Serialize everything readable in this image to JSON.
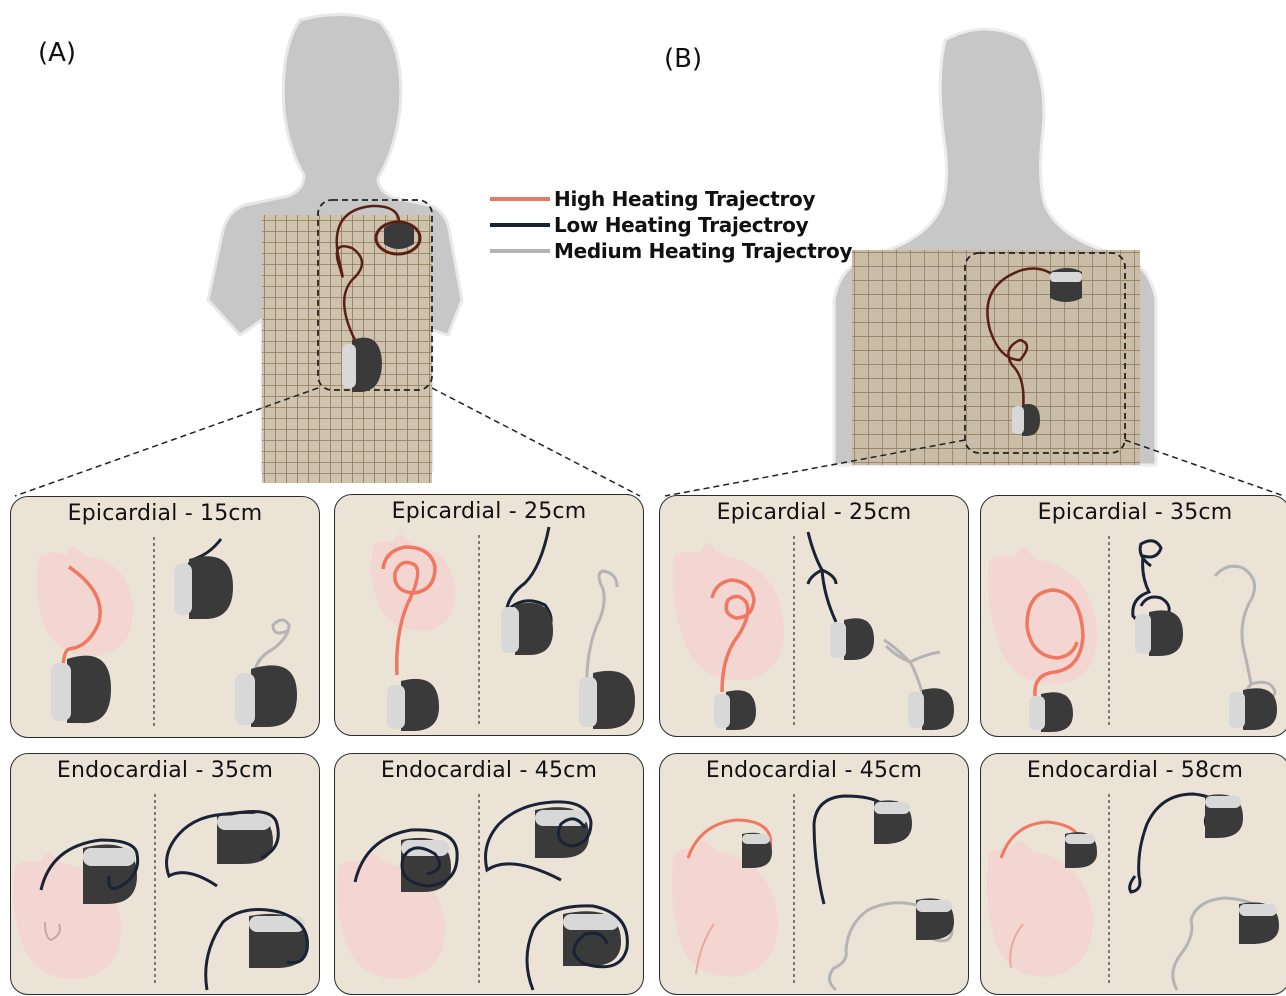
{
  "figure": {
    "label_a": "(A)",
    "label_b": "(B)"
  },
  "legend": {
    "items": [
      {
        "text": "High Heating Trajectroy",
        "color": "#f07860"
      },
      {
        "text": "Low Heating Trajectroy",
        "color": "#1a2235"
      },
      {
        "text": "Medium Heating Trajectroy",
        "color": "#b4b4b4"
      }
    ]
  },
  "panels": {
    "a_epi_15": "Epicardial - 15cm",
    "a_epi_25": "Epicardial - 25cm",
    "b_epi_25": "Epicardial - 25cm",
    "b_epi_35": "Epicardial - 35cm",
    "a_endo_35": "Endocardial - 35cm",
    "a_endo_45": "Endocardial - 45cm",
    "b_endo_45": "Endocardial - 45cm",
    "b_endo_58": "Endocardial - 58cm"
  },
  "colors": {
    "panel_bg": "#ece3d7",
    "device": "#3a3a3a",
    "device_header": "#d8d8d8",
    "heart": "#f3d6d2",
    "phantom": "#bdbdbd",
    "grid": "#a9967a"
  }
}
